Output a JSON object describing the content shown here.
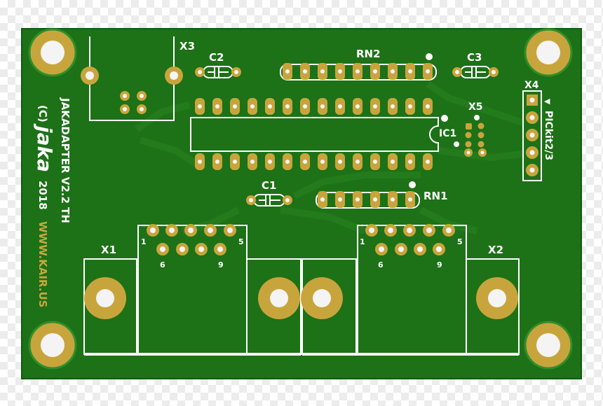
{
  "colors": {
    "board": "#1d7117",
    "board_edge": "#0f5c0f",
    "trace": "#237b1c",
    "silk": "#ffffff",
    "pad": "#c8a53c",
    "drill": "#f4f4f4",
    "url_text": "#c9a640"
  },
  "labels": {
    "x3": "X3",
    "c2": "C2",
    "rn2": "RN2",
    "c3": "C3",
    "x4": "X4",
    "x5": "X5",
    "ic1": "IC1",
    "c1": "C1",
    "rn1": "RN1",
    "x1": "X1",
    "x2": "X2",
    "pickit": "PICkit2/3",
    "arrow": "◀"
  },
  "db9_left": {
    "pin1": "1",
    "pin5": "5",
    "pin6": "6",
    "pin9": "9"
  },
  "db9_right": {
    "pin1": "1",
    "pin5": "5",
    "pin6": "6",
    "pin9": "9"
  },
  "info": {
    "copyright": "(C)",
    "brand": "jaka",
    "product": "JAKADAPTER V2.2 TH",
    "year": "2018",
    "url": "WWW.KAIR.US"
  }
}
